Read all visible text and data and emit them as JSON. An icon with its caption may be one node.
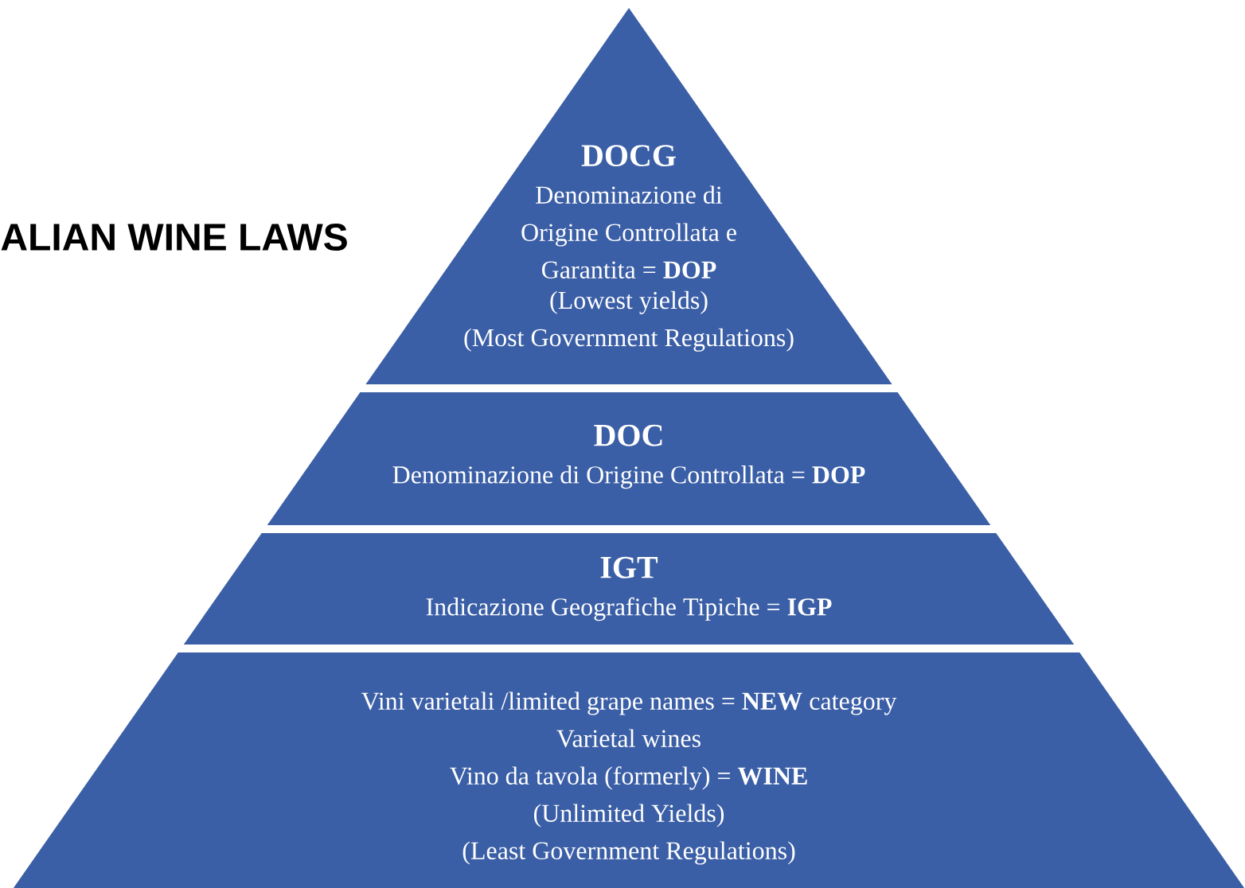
{
  "diagram": {
    "title": "ALIAN WINE LAWS",
    "nodes": [
      {
        "text": [
          "DOCG",
          "Denominazione di Origine Controllata e Garantita = **DOP**",
          "(Lowest yields)",
          "(Most Government Regulations)"
        ]
      },
      {
        "text": [
          "DOC",
          "Denominazione di Origine Controllata = **DOP**"
        ]
      },
      {
        "text": [
          "IGT",
          "Indicazione Geografiche Tipiche = **IGP**"
        ]
      },
      {
        "text": [
          "Vini varietali /limited grape names = **NEW** category",
          "Varietal wines",
          "Vino da tavola (formerly) = **WINE**",
          "(Unlimited Yields)",
          "(Least Government Regulations)"
        ]
      }
    ]
  }
}
